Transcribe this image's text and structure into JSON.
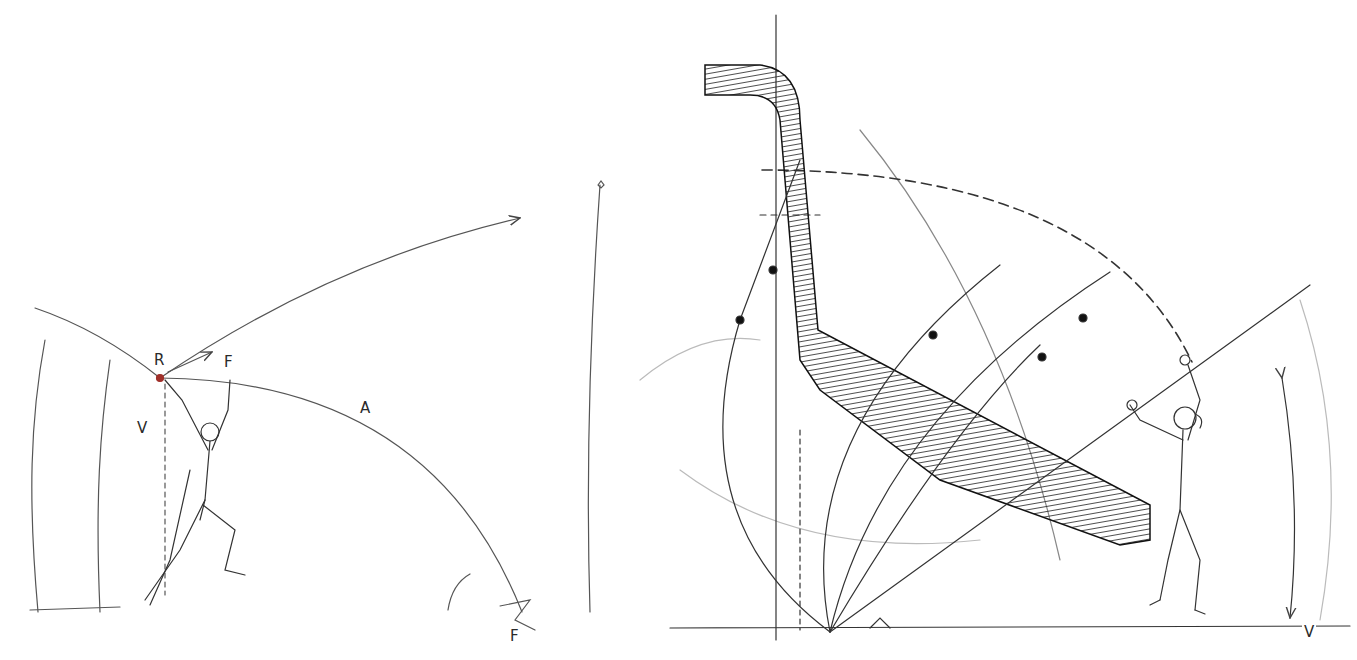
{
  "diagram": {
    "labels": [
      "R",
      "F",
      "V",
      "A",
      "F",
      "V"
    ]
  }
}
